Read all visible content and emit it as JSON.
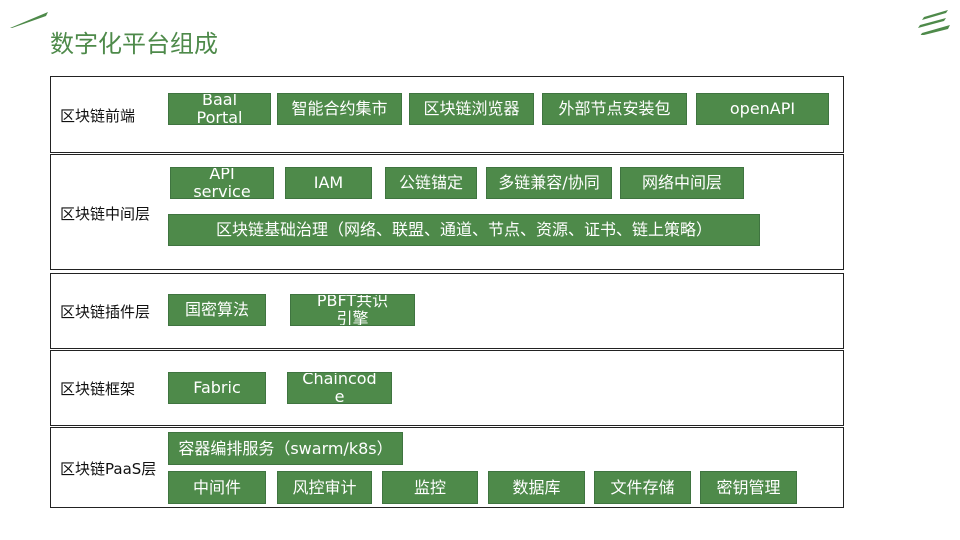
{
  "title": "数字化平台组成",
  "colors": {
    "accent": "#4e8a4a"
  },
  "rows": [
    {
      "label": "区块链前端",
      "items": [
        "Baal Portal",
        "智能合约集市",
        "区块链浏览器",
        "外部节点安装包",
        "openAPI"
      ]
    },
    {
      "label": "区块链中间层",
      "items": [
        "API service",
        "IAM",
        "公链锚定",
        "多链兼容/协同",
        "网络中间层",
        "区块链基础治理（网络、联盟、通道、节点、资源、证书、链上策略）"
      ]
    },
    {
      "label": "区块链插件层",
      "items": [
        "国密算法",
        "PBFT共识引擎"
      ]
    },
    {
      "label": "区块链框架",
      "items": [
        "Fabric",
        "Chaincode"
      ]
    },
    {
      "label": "区块链PaaS层",
      "items": [
        "容器编排服务（swarm/k8s）",
        "中间件",
        "风控审计",
        "监控",
        "数据库",
        "文件存储",
        "密钥管理"
      ]
    }
  ]
}
